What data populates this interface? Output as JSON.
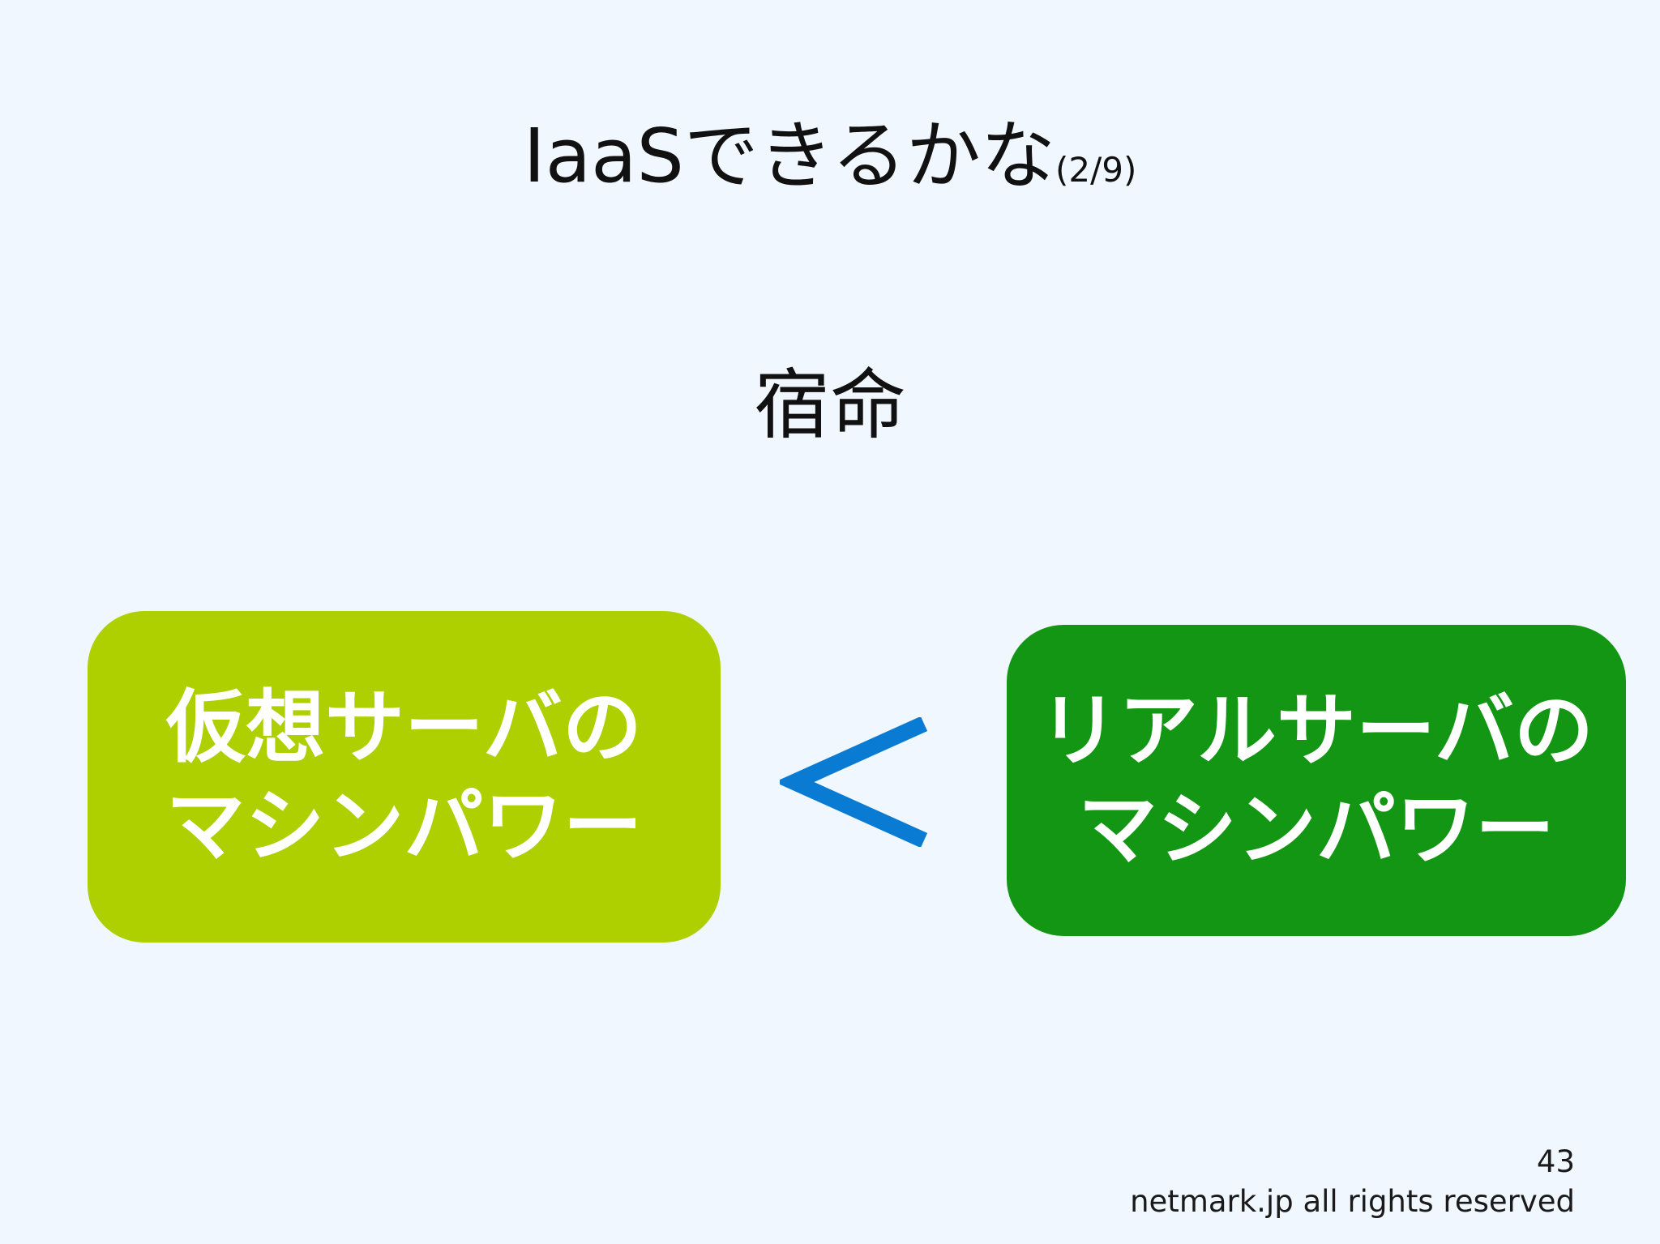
{
  "slide": {
    "title": "IaaSできるかな",
    "title_suffix": "(2/9)",
    "subtitle": "宿命",
    "left_box": {
      "line1": "仮想サーバの",
      "line2": "マシンパワー",
      "color": "#aecf00"
    },
    "comparator": {
      "symbol": "<",
      "color": "#0a7bd3"
    },
    "right_box": {
      "line1": "リアルサーバの",
      "line2": "マシンパワー",
      "color": "#139613"
    },
    "page_number": "43",
    "footer": "netmark.jp all rights reserved"
  }
}
